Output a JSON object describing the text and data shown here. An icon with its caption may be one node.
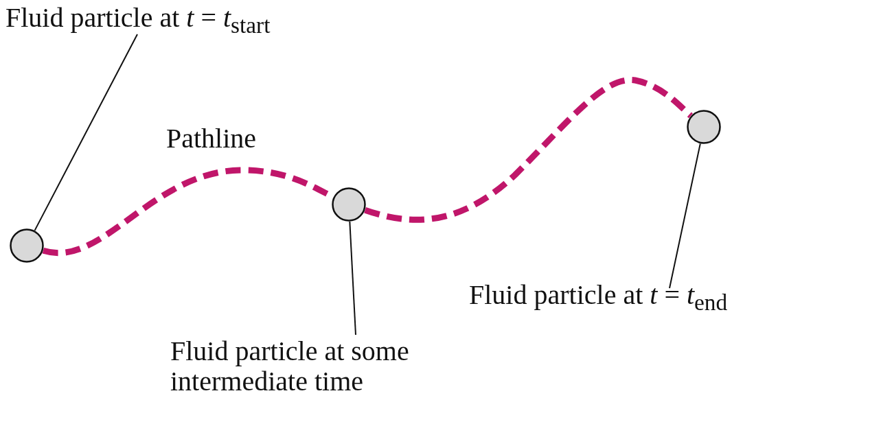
{
  "diagram": {
    "nodes": [
      {
        "text": [
          "Fluid particle at *t* = *t*$_{start}$"
        ]
      },
      {
        "text": [],
        "shape": "circle"
      },
      {
        "text": [],
        "shape": "circle"
      },
      {
        "text": [],
        "shape": "circle"
      },
      {
        "text": [
          "Fluid particle at *t* = *t*$_{end}$"
        ]
      },
      {
        "text": [
          "Fluid particle at some intermediate time"
        ]
      }
    ],
    "edges": [
      {
        "from": 0,
        "to": 1,
        "arrow": "none"
      },
      {
        "from": 1,
        "to": 2,
        "arrow": "none",
        "style": "dashed",
        "color": "#c0166a"
      },
      {
        "from": 2,
        "to": 3,
        "arrow": "none",
        "style": "dashed",
        "color": "#c0166a"
      },
      {
        "from": 4,
        "to": 3,
        "arrow": "none"
      },
      {
        "from": 5,
        "to": 2,
        "arrow": "none"
      }
    ],
    "labels": [
      "Pathline"
    ]
  }
}
